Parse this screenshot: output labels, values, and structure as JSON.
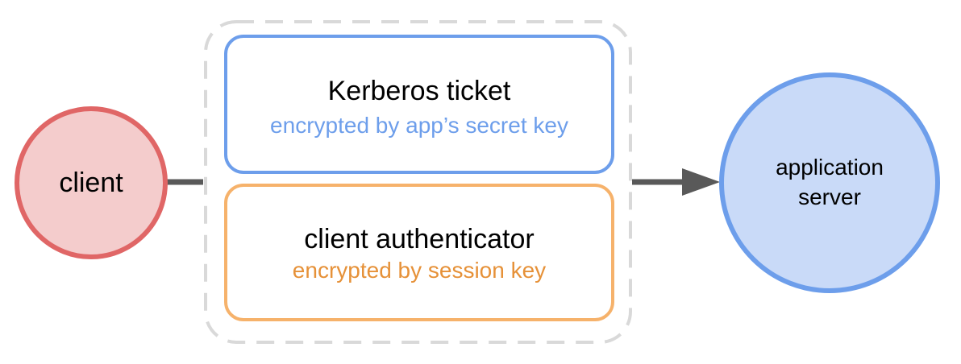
{
  "client": {
    "label": "client",
    "fill": "#f4cccc",
    "stroke": "#e06666"
  },
  "ticket": {
    "title": "Kerberos ticket",
    "subtitle": "encrypted by app’s secret key",
    "color": "#6d9eeb"
  },
  "authenticator": {
    "title": "client authenticator",
    "subtitle": "encrypted by session key",
    "color": "#f6b26b",
    "subtitle_color": "#e69138"
  },
  "server": {
    "line1": "application",
    "line2": "server",
    "fill": "#c9daf8",
    "stroke": "#6d9eeb"
  },
  "bundle": {
    "stroke": "#d9d9d9"
  },
  "connector": {
    "color": "#595959"
  }
}
